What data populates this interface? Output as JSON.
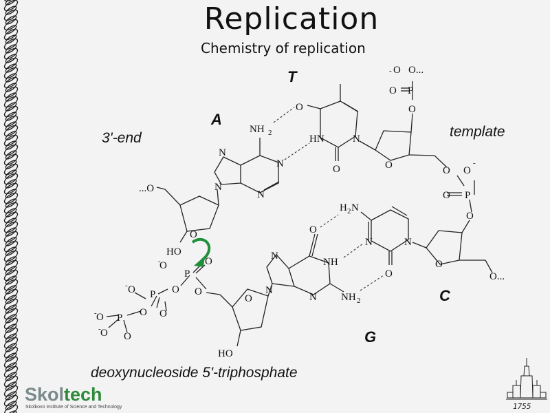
{
  "slide": {
    "title": "Replication",
    "subtitle": "Chemistry of replication"
  },
  "labels": {
    "base_T": "T",
    "base_A": "A",
    "base_C": "C",
    "base_G": "G",
    "three_end": "3'-end",
    "template": "template",
    "triphosphate": "deoxynucleoside 5'-triphosphate"
  },
  "atoms": {
    "o_dots": "O...",
    "dots_o": "...O",
    "o": "O",
    "o_minus": "O",
    "minus": "-",
    "p": "P",
    "n": "N",
    "nh2": "NH",
    "nh2_sub": "2",
    "h2n": "H",
    "hn": "HN",
    "nh": "NH",
    "ho": "HO"
  },
  "logo": {
    "part1": "Skol",
    "part2": "tech",
    "tagline": "Skolkovo Institute of Science and Technology"
  },
  "year": "1755",
  "colors": {
    "arrow": "#1f8f3a",
    "logo_part1": "#7a8a8a",
    "logo_part2": "#2e8b3a",
    "background": "#f3f3f3"
  }
}
